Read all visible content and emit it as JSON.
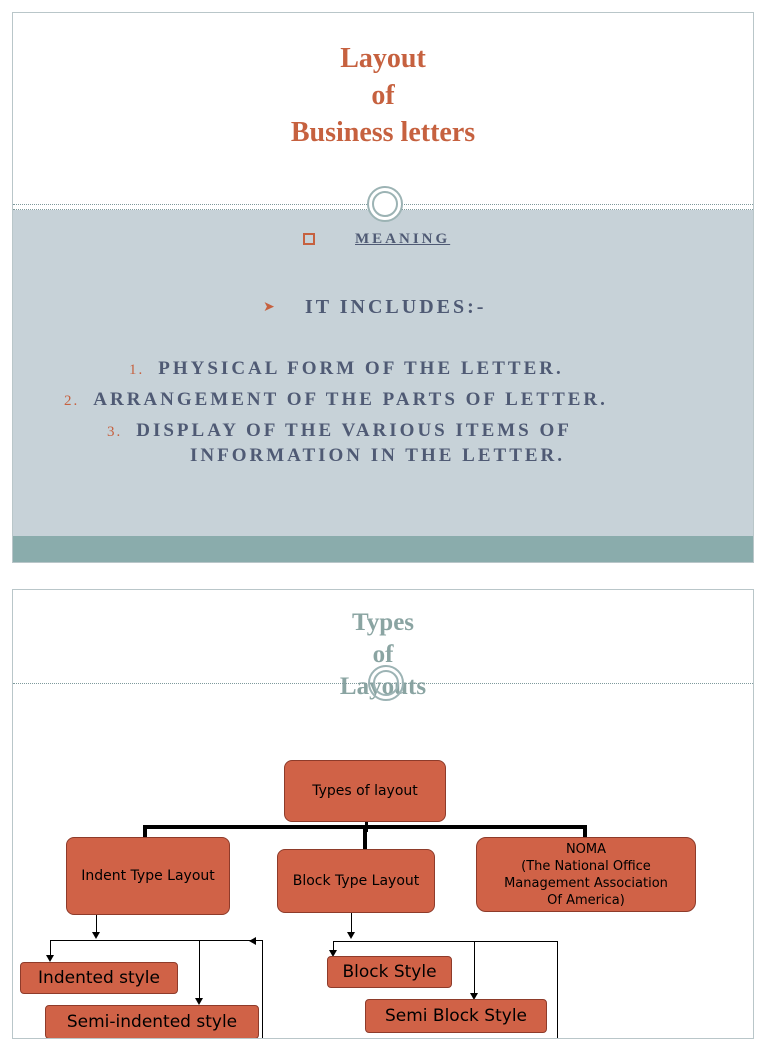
{
  "slide1": {
    "title_lines": [
      "Layout",
      "of",
      "Business letters"
    ],
    "meaning": "MEANING",
    "includes": "IT INCLUDES:-",
    "items": [
      {
        "num": "1.",
        "text": "PHYSICAL FORM OF THE LETTER."
      },
      {
        "num": "2.",
        "text": "ARRANGEMENT OF THE PARTS OF LETTER."
      },
      {
        "num": "3.",
        "text": "DISPLAY OF THE VARIOUS ITEMS OF",
        "text2": "INFORMATION IN THE LETTER."
      }
    ]
  },
  "slide2": {
    "title_lines": [
      "Types",
      "of",
      "Layouts"
    ],
    "diagram": {
      "root": "Types of layout",
      "indent": "Indent Type Layout",
      "block": "Block Type Layout",
      "noma": [
        "NOMA",
        "(The National Office",
        "Management Association",
        "Of America)"
      ],
      "indented_style": "Indented style",
      "semi_indented_style": "Semi-indented style",
      "block_style": "Block Style",
      "semi_block_style": "Semi Block Style"
    }
  },
  "colors": {
    "accent": "#c6613f",
    "panel": "#c7d2d8",
    "footer": "#8aacac",
    "box": "#d06247",
    "text": "#4f5a74"
  }
}
